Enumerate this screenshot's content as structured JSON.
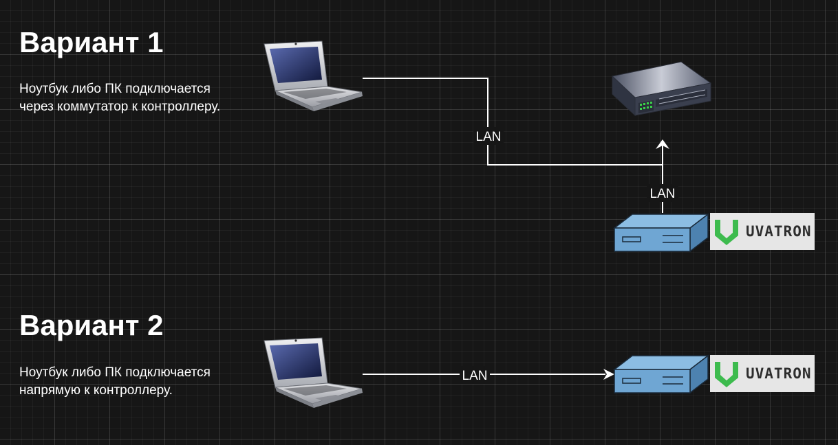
{
  "variant1": {
    "title": "Вариант 1",
    "description": "Ноутбук либо ПК подключается через коммутатор к контроллеру.",
    "link_laptop_switch": "LAN",
    "link_controller_switch": "LAN"
  },
  "variant2": {
    "title": "Вариант 2",
    "description": "Ноутбук либо ПК подключается напрямую к контроллеру.",
    "link_laptop_controller": "LAN"
  },
  "brand": {
    "logo_text": "UVATRON",
    "logo_color": "#3dbb4e"
  },
  "colors": {
    "background": "#161616",
    "controller_front": "#6fa6d3",
    "controller_top": "#8cbde3",
    "switch_body": "#3f4555",
    "port_led": "#3bd14a"
  },
  "icons": [
    "laptop-icon",
    "network-switch-icon",
    "controller-icon",
    "uvatron-logo"
  ]
}
